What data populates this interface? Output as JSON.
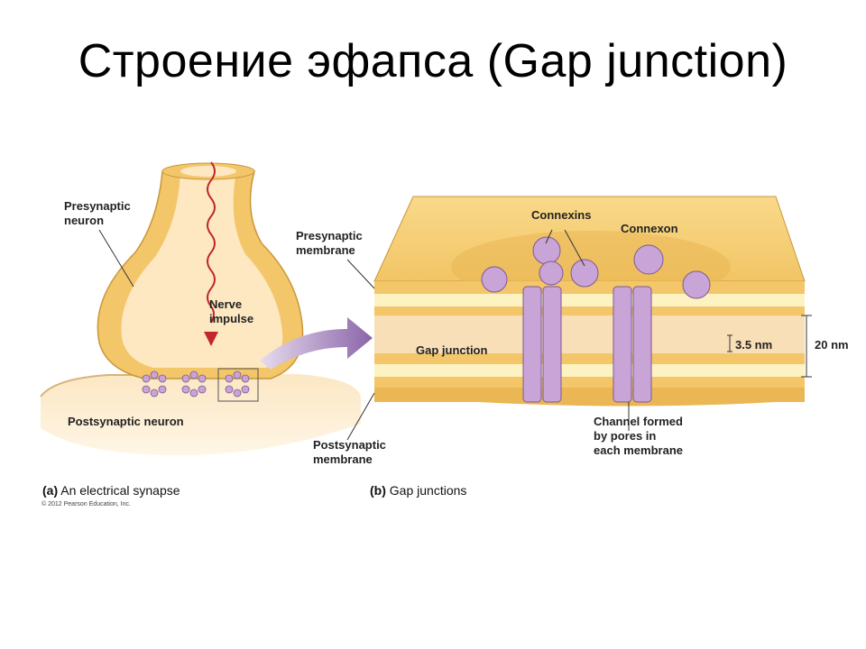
{
  "title": "Строение эфапса (Gap junction)",
  "panel_a": {
    "labels": {
      "presynaptic_neuron_1": "Presynaptic",
      "presynaptic_neuron_2": "neuron",
      "nerve_impulse_1": "Nerve",
      "nerve_impulse_2": "impulse",
      "postsynaptic_neuron": "Postsynaptic neuron"
    },
    "caption_letter": "(a)",
    "caption_text": "An electrical synapse",
    "copyright": "© 2012 Pearson Education, Inc."
  },
  "panel_b": {
    "labels": {
      "presynaptic_membrane_1": "Presynaptic",
      "presynaptic_membrane_2": "membrane",
      "connexins": "Connexins",
      "connexon": "Connexon",
      "gap_junction": "Gap junction",
      "gap_3_5nm": "3.5 nm",
      "gap_20nm": "20 nm",
      "channel_1": "Channel formed",
      "channel_2": "by pores in",
      "channel_3": "each membrane",
      "postsynaptic_membrane_1": "Postsynaptic",
      "postsynaptic_membrane_2": "membrane"
    },
    "caption_letter": "(b)",
    "caption_text": "Gap junctions"
  },
  "colors": {
    "membrane_outer": "#f3c66a",
    "membrane_inner": "#fdf2c2",
    "cytoplasm": "#f7dbb1",
    "connexon": "#c9a4d6",
    "connexon_dark": "#7d5a92",
    "arrow": "#8a65a8",
    "impulse": "#c0282c"
  }
}
